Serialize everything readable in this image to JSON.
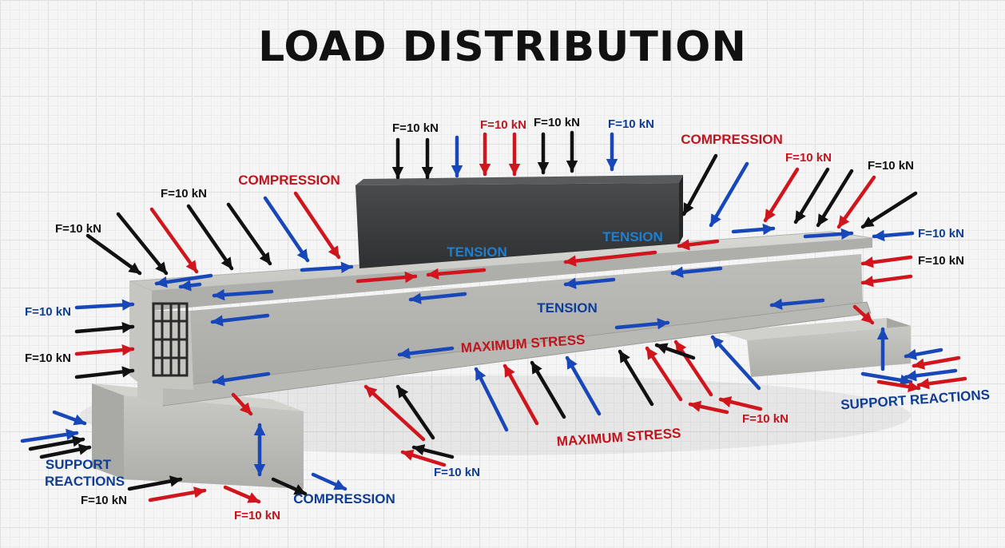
{
  "title": "LOAD DISTRIBUTION",
  "colors": {
    "black": "#111111",
    "red": "#d1151d",
    "blue": "#1747b8",
    "light_blue": "#2f8ee0",
    "concrete": "#c9c9c6",
    "block": "#3d3e3f"
  },
  "labels": {
    "force_top_1": "F=10 kN",
    "force_top_2": "F=10 kN",
    "force_top_3": "F=10 kN",
    "force_top_4": "F=10 kN",
    "force_left_upper": "F=10 kN",
    "force_left_far": "F=10 kN",
    "force_right_upper": "F=10 kN",
    "force_right_side_1": "F=10 kN",
    "force_right_side_2": "F=10 kN",
    "force_end_1": "F=10 kN",
    "force_end_2": "F=10 kN",
    "force_bottom_mid": "F=10 kN",
    "force_bottom_right": "F=10 kN",
    "force_bottom_left": "F=10 kN",
    "force_bottom_left_2": "F=10 kN",
    "compression_left": "COMPRESSION",
    "compression_right": "COMPRESSION",
    "compression_bottom": "COMPRESSION",
    "tension_block_left": "TENSION",
    "tension_block_right": "TENSION",
    "tension_beam": "TENSION",
    "max_stress_beam": "MAXIMUM STRESS",
    "max_stress_bottom": "MAXIMUM STRESS",
    "support_reactions_left_line1": "SUPPORT",
    "support_reactions_left_line2": "REACTIONS",
    "support_reactions_right": "SUPPORT REACTIONS"
  }
}
